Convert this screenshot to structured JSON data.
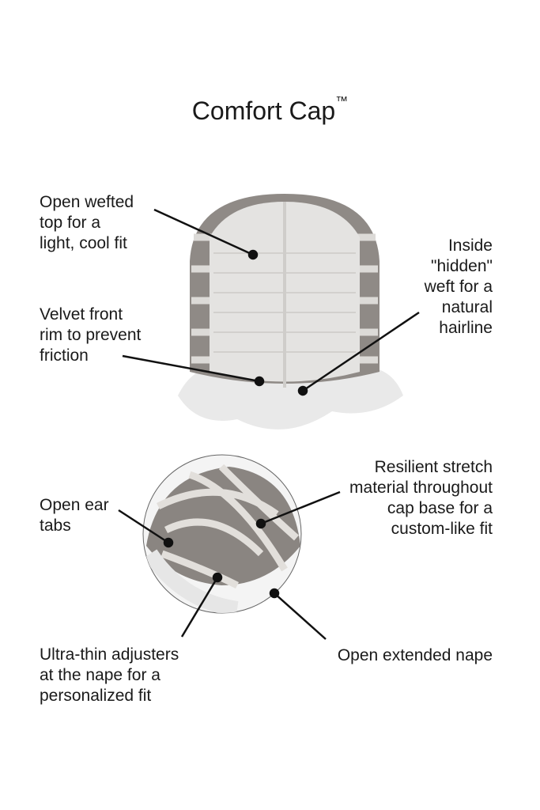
{
  "title": "Comfort Cap",
  "title_mark": "™",
  "callouts": {
    "open_wefted": [
      "Open wefted",
      "top for a",
      "light, cool fit"
    ],
    "inside_hidden": [
      "Inside",
      "\"hidden\"",
      "weft for a",
      "natural",
      "hairline"
    ],
    "velvet_rim": [
      "Velvet front",
      "rim to prevent",
      "friction"
    ],
    "resilient": [
      "Resilient stretch",
      "material throughout",
      "cap base for a",
      "custom-like fit"
    ],
    "ear_tabs": [
      "Open ear",
      "tabs"
    ],
    "adjusters": [
      "Ultra-thin adjusters",
      "at the nape for a",
      "personalized fit"
    ],
    "nape": [
      "Open extended nape"
    ]
  }
}
